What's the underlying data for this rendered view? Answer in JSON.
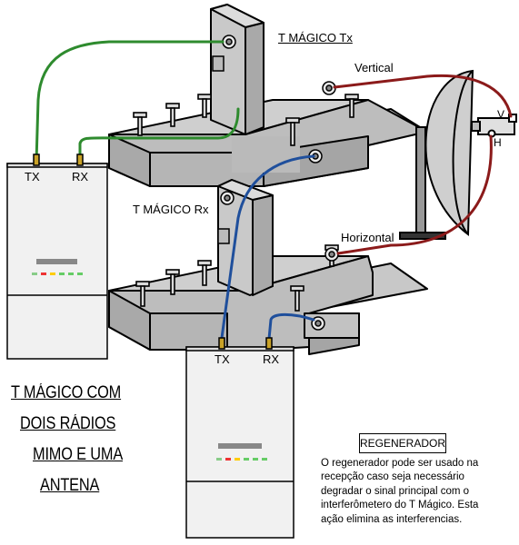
{
  "labels": {
    "t_tx": "T  MÁGICO Tx",
    "t_rx": "T MÁGICO Rx",
    "vertical": "Vertical",
    "horizontal": "Horizontal",
    "v": "V",
    "h": "H",
    "radio1_tx": "TX",
    "radio1_rx": "RX",
    "radio2_tx": "TX",
    "radio2_rx": "RX"
  },
  "title_lines": [
    "T MÁGICO COM",
    "DOIS RÁDIOS",
    "MIMO E UMA",
    "ANTENA"
  ],
  "regenerador": {
    "heading": "REGENERADOR",
    "text": "O regenerador pode ser usado na recepção caso seja necessário degradar o sinal principal com o interferômetero do T Mágico. Esta ação elimina as interferencias."
  },
  "colors": {
    "green_cable": "#2e8b2e",
    "blue_cable": "#1f4f9c",
    "red_cable": "#8b1a1a",
    "block_fill": "#b9b9b9",
    "block_top": "#cfcfcf"
  }
}
